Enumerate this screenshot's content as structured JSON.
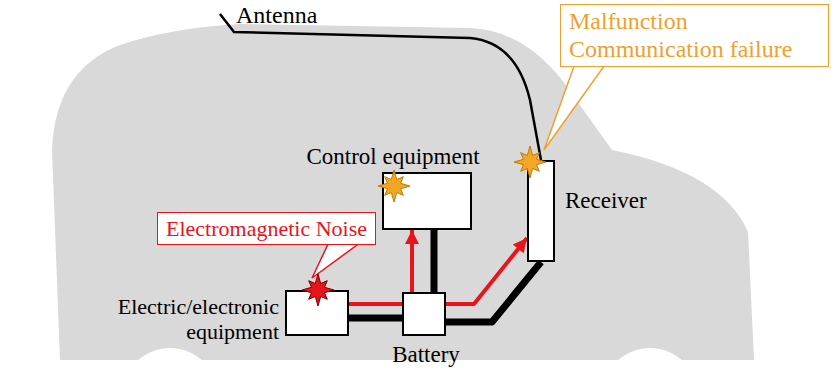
{
  "diagram": {
    "nodes": [
      {
        "text": [
          "Malfunction Communication failure"
        ]
      },
      {
        "text": [
          "Control equipment"
        ]
      },
      {
        "text": [
          "Receiver"
        ]
      },
      {
        "text": [
          "Electromagnetic Noise"
        ]
      },
      {
        "text": [
          "Electric/electronic equipment"
        ]
      },
      {
        "text": [
          "Battery"
        ]
      }
    ],
    "edges": [
      {
        "from": 4,
        "to": 5,
        "arrow": "none"
      },
      {
        "from": 5,
        "to": 1,
        "arrow": "none"
      },
      {
        "from": 5,
        "to": 2,
        "arrow": "none"
      },
      {
        "from": 4,
        "to": 1,
        "arrow": "to"
      },
      {
        "from": 4,
        "to": 2,
        "arrow": "to"
      }
    ],
    "labels": [
      "Antenna"
    ]
  }
}
